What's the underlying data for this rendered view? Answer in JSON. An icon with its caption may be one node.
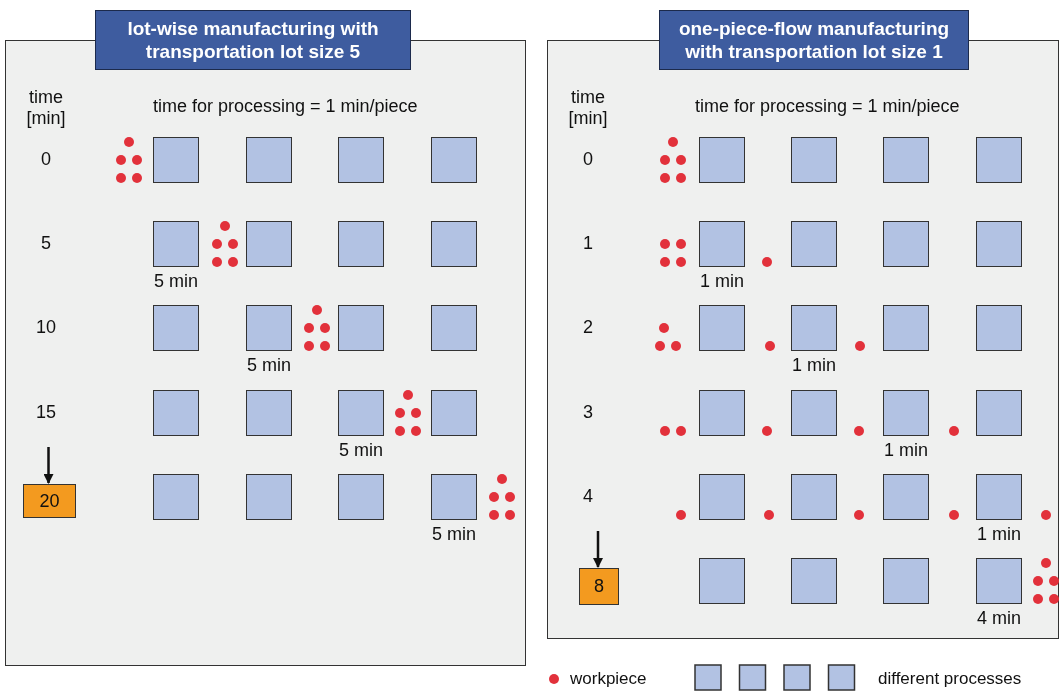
{
  "diagram": {
    "nodes": [
      {
        "text": [
          "lot-wise manufacturing with transportation lot size 5"
        ]
      },
      {
        "text": [
          "time [min]",
          "time for processing = 1 min/piece",
          "0",
          "5",
          "10",
          "15"
        ]
      },
      {
        "text": [],
        "shape": "box",
        "in": 1
      },
      {
        "text": [],
        "shape": "box",
        "in": 1
      },
      {
        "text": [],
        "shape": "box",
        "in": 1
      },
      {
        "text": [],
        "shape": "box",
        "in": 1
      },
      {
        "text": [],
        "shape": "box",
        "in": 1,
        "beside": [
          "5 min"
        ]
      },
      {
        "text": [],
        "shape": "box",
        "in": 1
      },
      {
        "text": [],
        "shape": "box",
        "in": 1
      },
      {
        "text": [],
        "shape": "box",
        "in": 1
      },
      {
        "text": [],
        "shape": "box",
        "in": 1
      },
      {
        "text": [],
        "shape": "box",
        "in": 1,
        "beside": [
          "5 min"
        ]
      },
      {
        "text": [],
        "shape": "box",
        "in": 1
      },
      {
        "text": [],
        "shape": "box",
        "in": 1
      },
      {
        "text": [],
        "shape": "box",
        "in": 1
      },
      {
        "text": [],
        "shape": "box",
        "in": 1
      },
      {
        "text": [],
        "shape": "box",
        "in": 1,
        "beside": [
          "5 min"
        ]
      },
      {
        "text": [],
        "shape": "box",
        "in": 1
      },
      {
        "text": [],
        "shape": "box",
        "in": 1
      },
      {
        "text": [],
        "shape": "box",
        "in": 1
      },
      {
        "text": [],
        "shape": "box",
        "in": 1
      },
      {
        "text": [],
        "shape": "box",
        "in": 1,
        "beside": [
          "5 min"
        ]
      },
      {
        "text": [
          "20"
        ],
        "in": 1
      },
      {
        "text": [
          "one-piece-flow manufacturing with transportation lot size 1"
        ]
      },
      {
        "text": [
          "time [min]",
          "time for processing = 1 min/piece",
          "0",
          "1",
          "2",
          "3",
          "4"
        ]
      },
      {
        "text": [],
        "shape": "box",
        "in": 24
      },
      {
        "text": [],
        "shape": "box",
        "in": 24
      },
      {
        "text": [],
        "shape": "box",
        "in": 24
      },
      {
        "text": [],
        "shape": "box",
        "in": 24
      },
      {
        "text": [],
        "shape": "box",
        "in": 24,
        "beside": [
          "1 min"
        ]
      },
      {
        "text": [],
        "shape": "box",
        "in": 24
      },
      {
        "text": [],
        "shape": "box",
        "in": 24
      },
      {
        "text": [],
        "shape": "box",
        "in": 24
      },
      {
        "text": [],
        "shape": "box",
        "in": 24
      },
      {
        "text": [],
        "shape": "box",
        "in": 24,
        "beside": [
          "1 min"
        ]
      },
      {
        "text": [],
        "shape": "box",
        "in": 24
      },
      {
        "text": [],
        "shape": "box",
        "in": 24
      },
      {
        "text": [],
        "shape": "box",
        "in": 24
      },
      {
        "text": [],
        "shape": "box",
        "in": 24
      },
      {
        "text": [],
        "shape": "box",
        "in": 24,
        "beside": [
          "1 min"
        ]
      },
      {
        "text": [],
        "shape": "box",
        "in": 24
      },
      {
        "text": [],
        "shape": "box",
        "in": 24
      },
      {
        "text": [],
        "shape": "box",
        "in": 24
      },
      {
        "text": [],
        "shape": "box",
        "in": 24
      },
      {
        "text": [],
        "shape": "box",
        "in": 24,
        "beside": [
          "1 min"
        ]
      },
      {
        "text": [],
        "shape": "box",
        "in": 24
      },
      {
        "text": [],
        "shape": "box",
        "in": 24
      },
      {
        "text": [],
        "shape": "box",
        "in": 24
      },
      {
        "text": [],
        "shape": "box",
        "in": 24,
        "beside": [
          "4 min"
        ]
      },
      {
        "text": [
          "8"
        ],
        "in": 24
      }
    ],
    "edges": [
      {
        "from": null,
        "to": 22,
        "arrow": "to"
      },
      {
        "from": null,
        "to": 49,
        "arrow": "to"
      }
    ],
    "legend": [
      {
        "text": "workpiece"
      },
      {
        "text": "different processes"
      }
    ]
  }
}
